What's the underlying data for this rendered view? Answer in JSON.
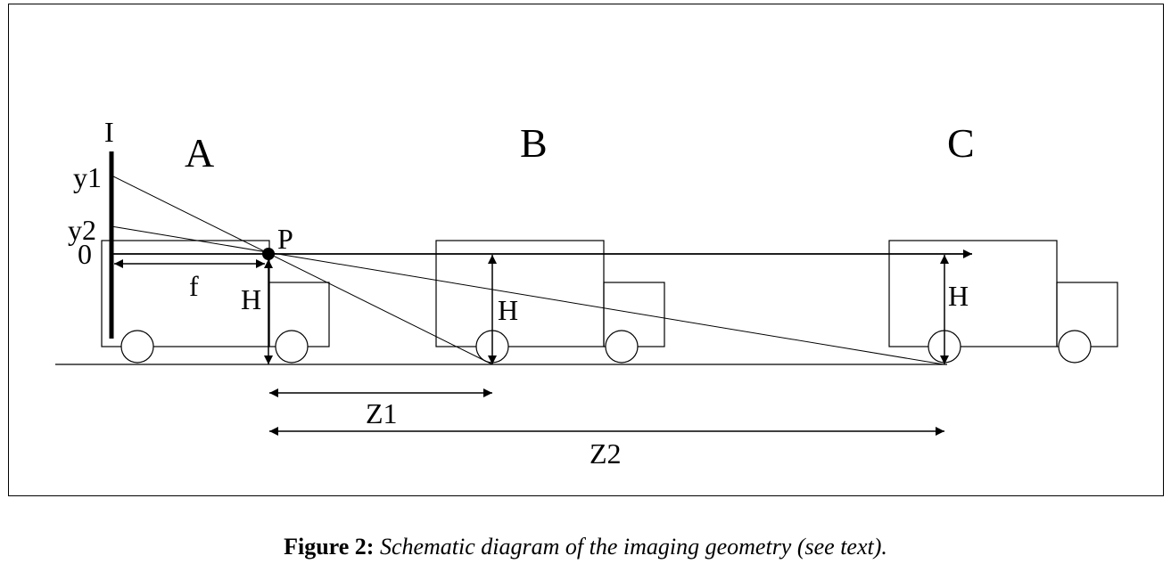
{
  "diagram": {
    "labels": {
      "image_plane": "I",
      "y1": "y1",
      "y2": "y2",
      "origin": "0",
      "focal": "f",
      "pinhole": "P",
      "height": "H",
      "vehicle_a": "A",
      "vehicle_b": "B",
      "vehicle_c": "C",
      "distance_1": "Z1",
      "distance_2": "Z2"
    }
  },
  "caption": {
    "label": "Figure 2:",
    "text": "Schematic diagram of the imaging geometry (see text)."
  }
}
